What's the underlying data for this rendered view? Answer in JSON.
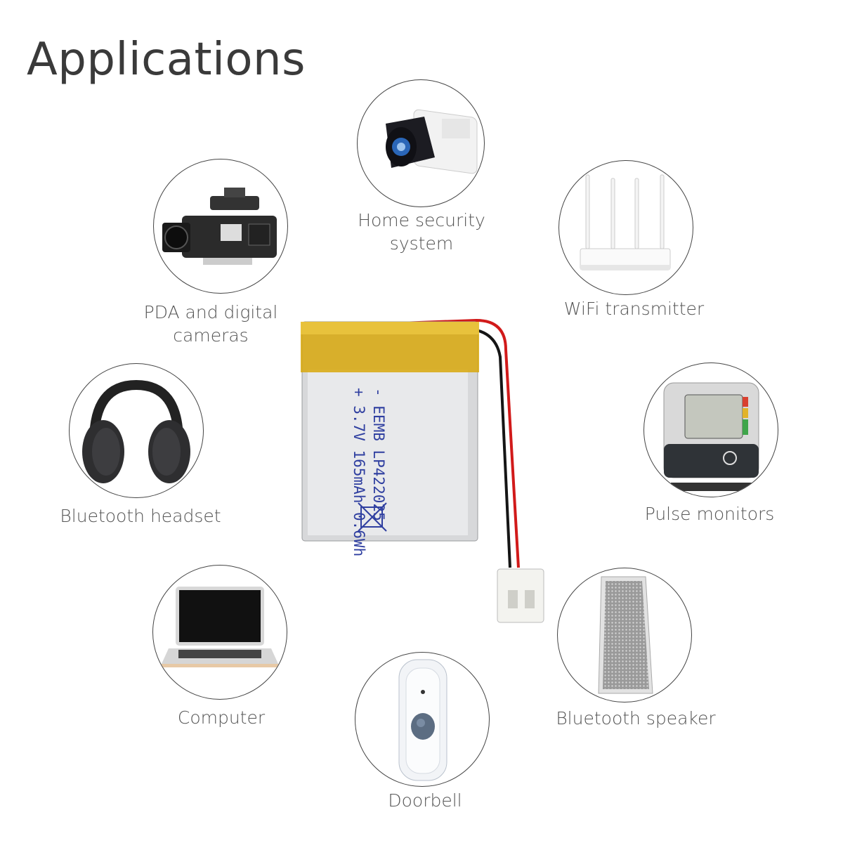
{
  "page": {
    "title": "Applications"
  },
  "applications": [
    {
      "id": "security",
      "label": [
        "Home security",
        "system"
      ],
      "icon": "security-camera-icon"
    },
    {
      "id": "camera",
      "label": [
        "PDA and digital",
        "cameras"
      ],
      "icon": "video-camera-icon"
    },
    {
      "id": "wifi",
      "label": [
        "WiFi transmitter"
      ],
      "icon": "wifi-router-icon"
    },
    {
      "id": "headset",
      "label": [
        "Bluetooth headset"
      ],
      "icon": "headphones-icon"
    },
    {
      "id": "pulse",
      "label": [
        "Pulse monitors"
      ],
      "icon": "blood-pressure-monitor-icon"
    },
    {
      "id": "computer",
      "label": [
        "Computer"
      ],
      "icon": "laptop-icon"
    },
    {
      "id": "speaker",
      "label": [
        "Bluetooth speaker"
      ],
      "icon": "speaker-icon"
    },
    {
      "id": "doorbell",
      "label": [
        "Doorbell"
      ],
      "icon": "doorbell-icon"
    }
  ],
  "battery": {
    "icon": "lipo-battery-icon",
    "label_line1": "- EEMB LP422025",
    "label_line2": "+ 3.7V 165mAh 0.6Wh"
  }
}
